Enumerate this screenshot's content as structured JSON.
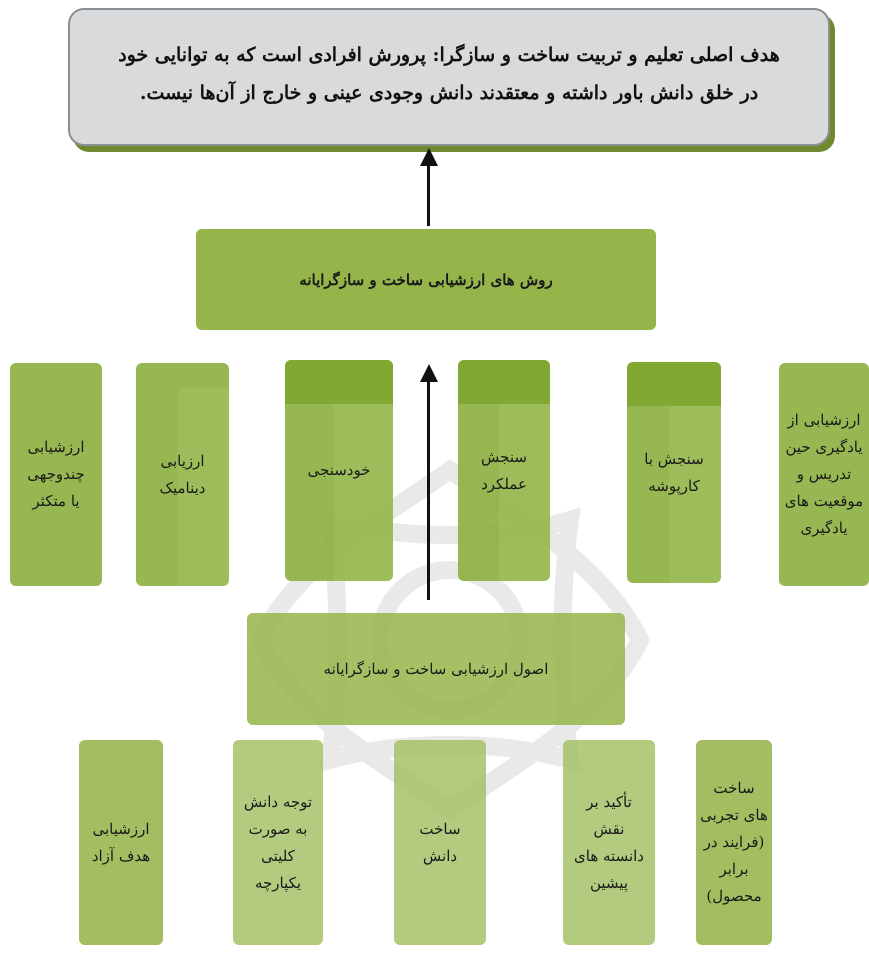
{
  "goal": {
    "line1": "هدف اصلی تعلیم و تربیت ساخت و سازگرا: پرورش افرادی است که به توانایی خود",
    "line2": "در خلق دانش باور داشته و معتقدند دانش وجودی عینی و خارج از آن‌ها نیست."
  },
  "methods": {
    "title": "روش های ارزشیابی ساخت و سازگرایانه",
    "items": [
      {
        "label": "ارزشیابی از یادگیری حین تدریس و موقعیت های یادگیری"
      },
      {
        "label": "سنجش با کارپوشه"
      },
      {
        "label": "سنجش عملکرد"
      },
      {
        "label": "خودسنجی"
      },
      {
        "label": "ارزیابی دینامیک"
      },
      {
        "label": "ارزشیابی چندوجهی یا متکثر"
      }
    ]
  },
  "principles": {
    "title": "اصول ارزشیابی ساخت و سازگرایانه",
    "items": [
      {
        "label": "ساخت های تجربی (فرایند در برابر محصول)"
      },
      {
        "label": "تأکید بر نقش دانسته های پیشین"
      },
      {
        "label": "ساخت دانش"
      },
      {
        "label": "توجه دانش به صورت کلیتی یکپارچه"
      },
      {
        "label": "ارزشیابی هدف آزاد"
      }
    ]
  },
  "colors": {
    "green": "#95b54a",
    "dark_green": "#6f8a2e",
    "goal_bg": "#d9dadc"
  }
}
